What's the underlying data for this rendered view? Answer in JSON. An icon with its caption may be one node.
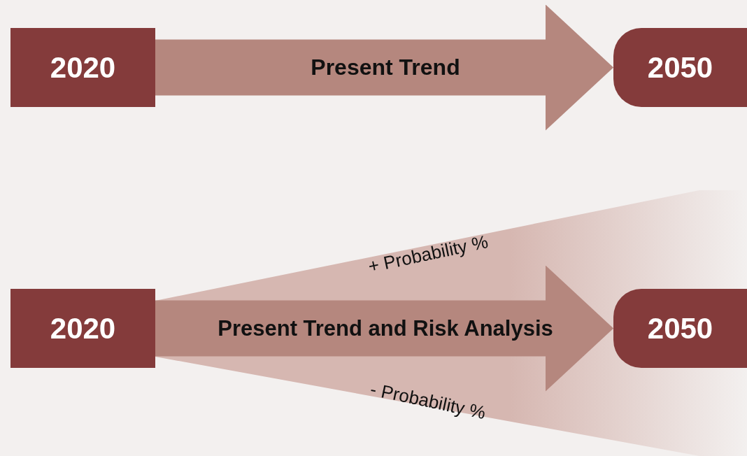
{
  "diagram": {
    "nodes": [
      {
        "text": [
          "2020"
        ]
      },
      {
        "text": [
          "2050"
        ]
      },
      {
        "text": [
          "2020"
        ]
      },
      {
        "text": [
          "2050"
        ]
      }
    ],
    "edges": [
      {
        "from": 0,
        "to": 1,
        "arrow": "to",
        "label": "Present Trend"
      },
      {
        "from": 2,
        "to": 3,
        "arrow": "to",
        "label": "Present Trend and Risk Analysis"
      }
    ],
    "labels": [
      "+ Probability %",
      "- Probability %"
    ]
  }
}
